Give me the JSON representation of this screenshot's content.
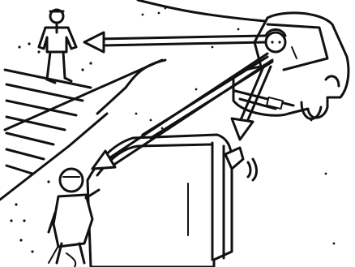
{
  "illustration": {
    "accent_color": "#111111",
    "background_color": "#ffffff",
    "elements": [
      "driver-in-car",
      "pedestrian-on-crosswalk",
      "truck",
      "motorcyclist",
      "sight-line-arrows"
    ]
  }
}
